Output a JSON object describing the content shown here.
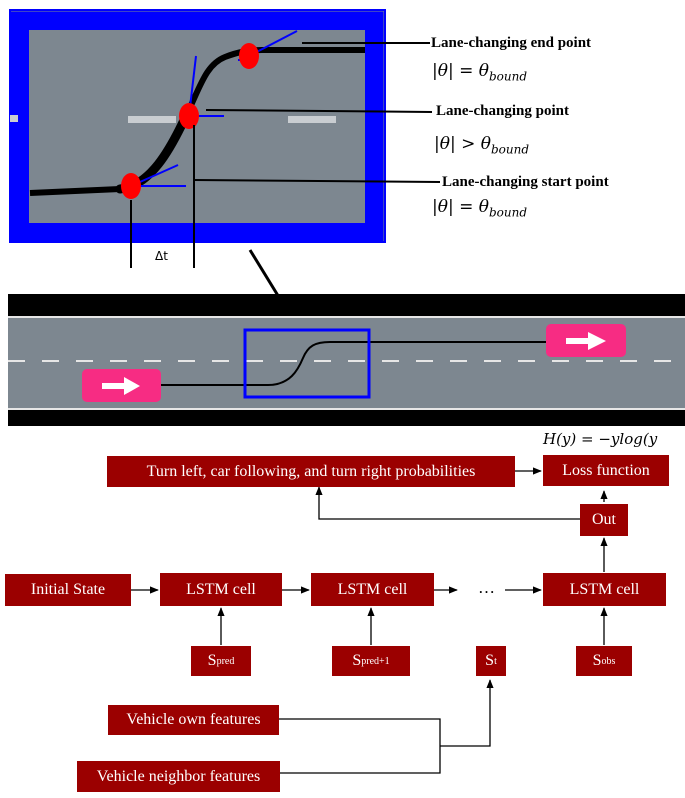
{
  "zoom_panel": {
    "points": [
      {
        "label": "Lane-changing end point",
        "formula": "|θ| = θ",
        "subscript": "bound"
      },
      {
        "label": "Lane-changing point",
        "formula": "|θ| > θ",
        "subscript": "bound"
      },
      {
        "label": "Lane-changing start point",
        "formula": "|θ| = θ",
        "subscript": "bound"
      }
    ],
    "interval_label": "Δt"
  },
  "loss_formula": "H(y) = −ylog(y",
  "flow": {
    "probabilities": "Turn left, car following, and turn right probabilities",
    "loss": "Loss function",
    "out": "Out",
    "initial_state": "Initial State",
    "lstm_cell": "LSTM cell",
    "ellipsis": "…",
    "s_pred": {
      "base": "S",
      "sub": "pred"
    },
    "s_pred1": {
      "base": "S",
      "sub": "pred+1"
    },
    "s_t": {
      "base": "S",
      "sub": "t"
    },
    "s_obs": {
      "base": "S",
      "sub": "obs"
    },
    "own_features": "Vehicle own features",
    "neighbor_features": "Vehicle neighbor features"
  },
  "colors": {
    "road": "#7d8790",
    "frame_blue": "#0000ff",
    "marker_red": "#ff0000",
    "box_red": "#9b0000",
    "arrow_pink": "#f72c83"
  }
}
